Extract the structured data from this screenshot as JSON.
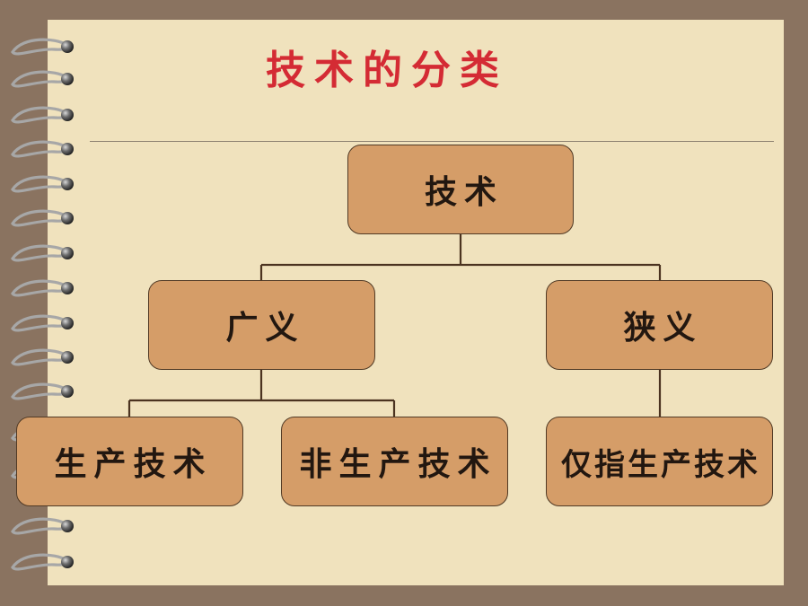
{
  "slide": {
    "title": "技术的分类"
  },
  "diagram": {
    "root": "技术",
    "broad": "广义",
    "narrow": "狭义",
    "broad_children": [
      "生产技术",
      "非生产技术"
    ],
    "narrow_children": [
      "仅指生产技术"
    ]
  },
  "colors": {
    "background": "#8a7360",
    "page": "#f0e2bd",
    "title": "#d42b34",
    "node_fill": "#d59d68",
    "node_border": "#513a25"
  }
}
